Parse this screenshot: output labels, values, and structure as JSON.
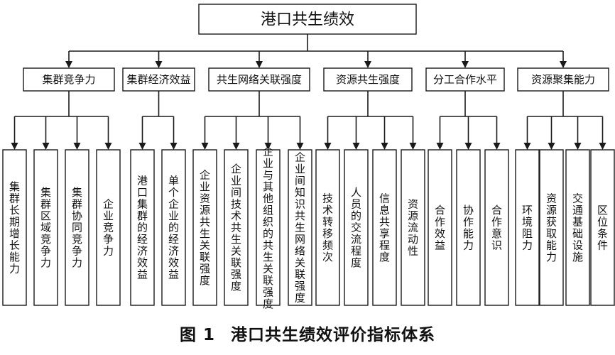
{
  "root": {
    "label": "港口共生绩效"
  },
  "categories": [
    {
      "label": "集群竞争力",
      "children": [
        "集群长期增长能力",
        "集群区域竞争力",
        "集群协同竞争力",
        "企业竞争力"
      ]
    },
    {
      "label": "集群经济效益",
      "children": [
        "港口集群的经济效益",
        "单个企业的经济效益"
      ]
    },
    {
      "label": "共生网络关联强度",
      "children": [
        "企业资源共生关联强度",
        "企业间技术共生关联强度",
        "企业与其他组织的共生关联强度",
        "企业间知识共生网络关联强度"
      ]
    },
    {
      "label": "资源共生强度",
      "children": [
        "技术转移频次",
        "人员的交流程度",
        "信息共享程度",
        "资源流动性"
      ]
    },
    {
      "label": "分工合作水平",
      "children": [
        "合作效益",
        "协作能力",
        "合作意识"
      ]
    },
    {
      "label": "资源聚集能力",
      "children": [
        "环境阻力",
        "资源获取能力",
        "交通基础设施",
        "区位条件"
      ]
    }
  ],
  "caption": {
    "figure_no": "图 1",
    "title": "港口共生绩效评价指标体系"
  }
}
